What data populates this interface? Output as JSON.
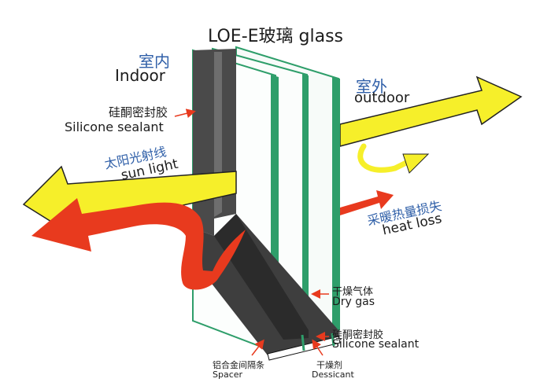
{
  "title": "LOE-E玻璃 glass",
  "indoor": {
    "zh": "室内",
    "en": "Indoor"
  },
  "outdoor": {
    "zh": "室外",
    "en": "outdoor"
  },
  "silicone_top": {
    "zh": "硅酮密封胶",
    "en": "Silicone sealant"
  },
  "sunlight": {
    "zh": "太阳光射线",
    "en": "sun light"
  },
  "heatloss": {
    "zh": "采暖热量损失",
    "en": "heat loss"
  },
  "drygas": {
    "zh": "干燥气体",
    "en": "Dry gas"
  },
  "silicone_bottom": {
    "zh": "硅酮密封胶",
    "en": "Silicone sealant"
  },
  "spacer": {
    "zh": "铝合金间隔条",
    "en": "Spacer"
  },
  "dessicant": {
    "zh": "干燥剂",
    "en": "Dessicant"
  },
  "colors": {
    "sun_arrow": "#f6ef2a",
    "heat_arrow": "#e83a1e",
    "glass_edge": "#2e9e6a",
    "frame_dark": "#4a4a4a",
    "label_blue": "#2f5fa8"
  }
}
